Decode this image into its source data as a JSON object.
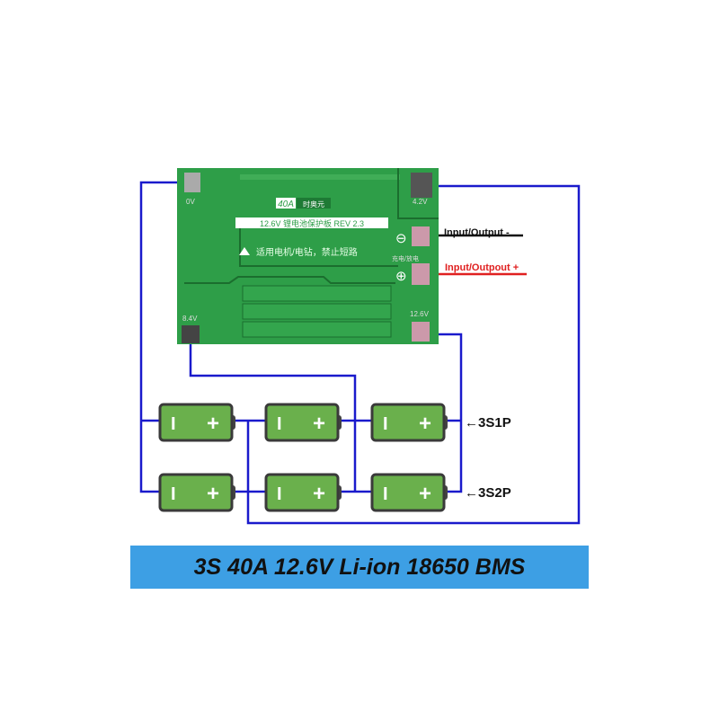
{
  "board": {
    "current_label": "40A",
    "brand_label": "时奥元",
    "model_label": "12.6V 锂电池保护板 REV 2.3",
    "warning_label": "适用电机/电钻，禁止短路",
    "pad_0v": "0V",
    "pad_4v2": "4.2V",
    "pad_8v4": "8.4V",
    "pad_12v6": "12.6V",
    "charge_label": "充电/放电",
    "minus_symbol": "⊖",
    "plus_symbol": "⊕"
  },
  "terminals": {
    "negative_label": "Input/Output -",
    "positive_label": "Input/Outpout +"
  },
  "rows": {
    "row1_label": "←3S1P",
    "row2_label": "←3S2P"
  },
  "battery": {
    "minus": "I",
    "plus": "+"
  },
  "banner": {
    "title": "3S 40A 12.6V Li-ion 18650 BMS"
  },
  "colors": {
    "wire": "#1a1acc",
    "board": "#2e9e48",
    "battery": "#6ab04c",
    "banner": "#3d9fe4",
    "positive": "#e02020"
  }
}
